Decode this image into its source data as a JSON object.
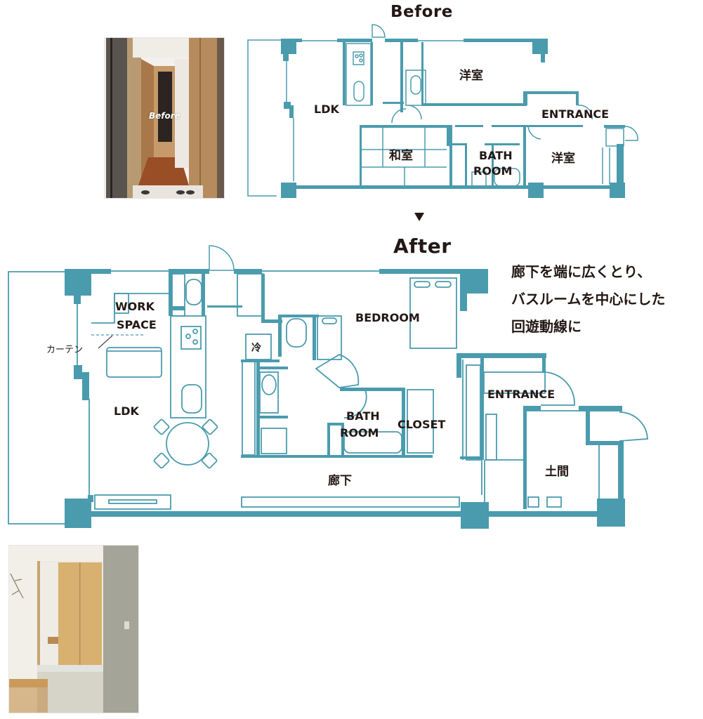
{
  "colors": {
    "wall": "#4a9bad",
    "text": "#231815",
    "background": "#ffffff"
  },
  "before": {
    "heading": "Before",
    "photo_label": "Before",
    "rooms": {
      "ldk": "LDK",
      "western_room_1": "洋室",
      "entrance": "ENTRANCE",
      "japanese_room": "和室",
      "bath_line1": "BATH",
      "bath_line2": "ROOM",
      "western_room_2": "洋室"
    }
  },
  "arrow": "▼",
  "after": {
    "heading": "After",
    "rooms": {
      "work_line1": "WORK",
      "work_line2": "SPACE",
      "curtain": "カーテン",
      "ldk": "LDK",
      "fridge": "冷",
      "bedroom": "BEDROOM",
      "bath_line1": "BATH",
      "bath_line2": "ROOM",
      "closet": "CLOSET",
      "corridor": "廊下",
      "entrance": "ENTRANCE",
      "doma": "土間"
    }
  },
  "caption": {
    "line1": "廊下を端に広くとり、",
    "line2": "バスルームを中心にした",
    "line3": "回遊動線に"
  }
}
